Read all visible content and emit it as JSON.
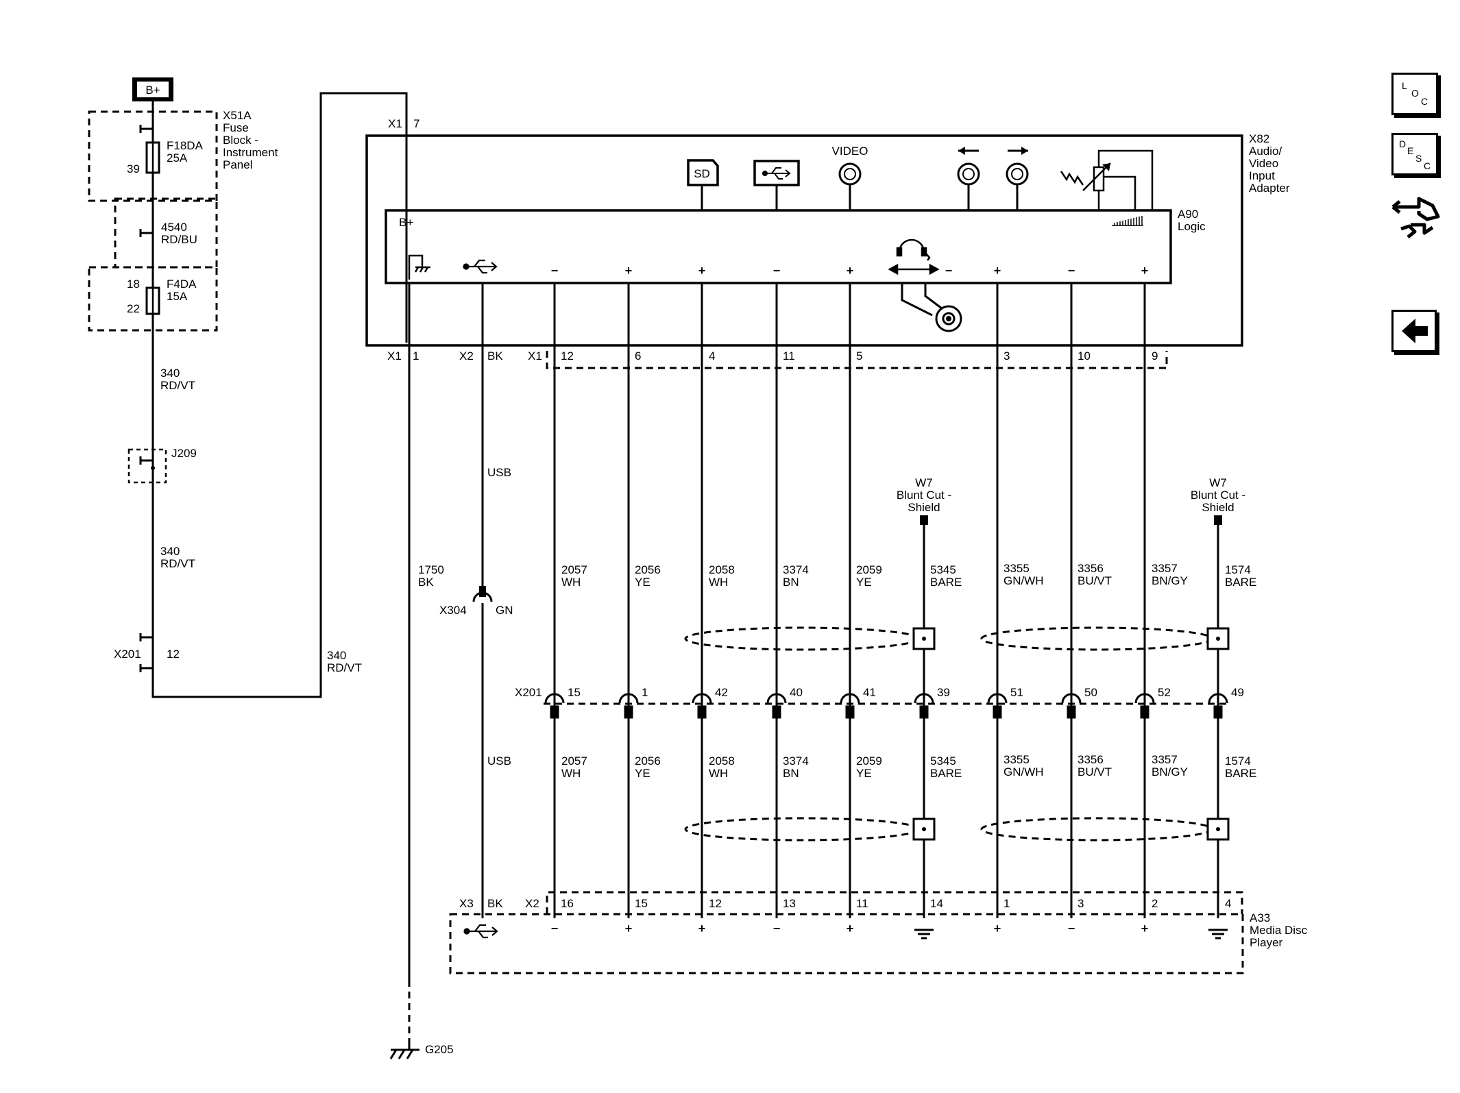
{
  "power": {
    "label": "B+"
  },
  "fuse_block": {
    "ref": "X51A",
    "name_lines": [
      "Fuse",
      "Block -",
      "Instrument",
      "Panel"
    ],
    "fuse1": {
      "name": "F18DA",
      "rating": "25A",
      "pin": "39"
    },
    "wire_4540": {
      "circuit": "4540",
      "color": "RD/BU"
    },
    "fuse2": {
      "name": "F4DA",
      "rating": "15A",
      "pin_in": "18",
      "pin_out": "22"
    }
  },
  "wire_340_a": {
    "circuit": "340",
    "color": "RD/VT"
  },
  "splice_j209": "J209",
  "wire_340_b": {
    "circuit": "340",
    "color": "RD/VT"
  },
  "x201_left": {
    "ref": "X201",
    "pin": "12"
  },
  "wire_340_c": {
    "circuit": "340",
    "color": "RD/VT"
  },
  "x1_top": {
    "ref": "X1",
    "pin": "7"
  },
  "x82": {
    "ref": "X82",
    "name_lines": [
      "Audio/",
      "Video",
      "Input",
      "Adapter"
    ],
    "video_label": "VIDEO",
    "sd_label": "SD"
  },
  "a90": {
    "ref": "A90",
    "name": "Logic",
    "bplus": "B+"
  },
  "a90_terminals": [
    "−",
    "+",
    "+",
    "−",
    "+",
    "−",
    "+",
    "−",
    "+"
  ],
  "x82_connectors": {
    "x1_left": "X1",
    "x1_left_pin": "1",
    "x2": "X2",
    "x2_color": "BK",
    "x1_right": "X1"
  },
  "x82_pins": [
    "12",
    "6",
    "4",
    "11",
    "5",
    "3",
    "10",
    "9"
  ],
  "ground_wire": {
    "circuit": "1750",
    "color": "BK"
  },
  "usb_labels": [
    "USB",
    "USB"
  ],
  "x304": {
    "ref": "X304",
    "color": "GN"
  },
  "shields": [
    {
      "ref": "W7",
      "lines": [
        "Blunt Cut -",
        "Shield"
      ]
    },
    {
      "ref": "W7",
      "lines": [
        "Blunt Cut -",
        "Shield"
      ]
    }
  ],
  "wires_upper": [
    {
      "circuit": "2057",
      "color": "WH"
    },
    {
      "circuit": "2056",
      "color": "YE"
    },
    {
      "circuit": "2058",
      "color": "WH"
    },
    {
      "circuit": "3374",
      "color": "BN"
    },
    {
      "circuit": "2059",
      "color": "YE"
    },
    {
      "circuit": "5345",
      "color": "BARE"
    },
    {
      "circuit": "3355",
      "color": "GN/WH"
    },
    {
      "circuit": "3356",
      "color": "BU/VT"
    },
    {
      "circuit": "3357",
      "color": "BN/GY"
    },
    {
      "circuit": "1574",
      "color": "BARE"
    }
  ],
  "x201_mid": {
    "ref": "X201",
    "pins": [
      "15",
      "1",
      "42",
      "40",
      "41",
      "39",
      "51",
      "50",
      "52",
      "49"
    ]
  },
  "wires_lower": [
    {
      "circuit": "2057",
      "color": "WH"
    },
    {
      "circuit": "2056",
      "color": "YE"
    },
    {
      "circuit": "2058",
      "color": "WH"
    },
    {
      "circuit": "3374",
      "color": "BN"
    },
    {
      "circuit": "2059",
      "color": "YE"
    },
    {
      "circuit": "5345",
      "color": "BARE"
    },
    {
      "circuit": "3355",
      "color": "GN/WH"
    },
    {
      "circuit": "3356",
      "color": "BU/VT"
    },
    {
      "circuit": "3357",
      "color": "BN/GY"
    },
    {
      "circuit": "1574",
      "color": "BARE"
    }
  ],
  "a33_connectors": {
    "x3": "X3",
    "x3_color": "BK",
    "x2": "X2"
  },
  "a33_pins": [
    "16",
    "15",
    "12",
    "13",
    "11",
    "14",
    "1",
    "3",
    "2",
    "4"
  ],
  "a33_terminals": [
    "−",
    "+",
    "+",
    "−",
    "+",
    "+",
    "−",
    "+"
  ],
  "a33": {
    "ref": "A33",
    "name_lines": [
      "Media Disc",
      "Player"
    ]
  },
  "ground_ref": "G205",
  "nav": {
    "loc": [
      "L",
      "O",
      "C"
    ],
    "desc": [
      "D",
      "E",
      "S",
      "C"
    ],
    "connector_icon": "connector-view-icon",
    "back_icon": "back-arrow-icon"
  }
}
